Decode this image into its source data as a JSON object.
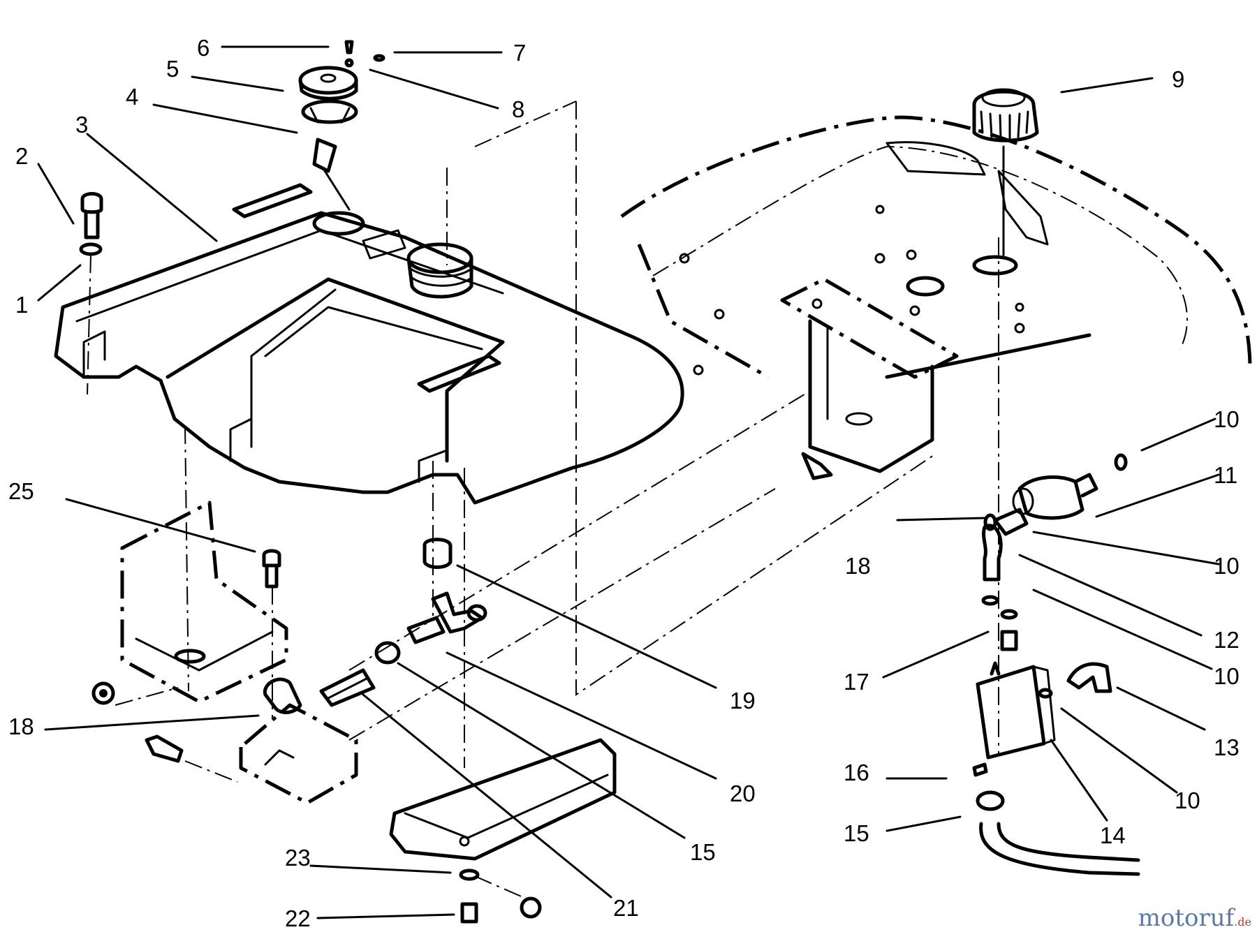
{
  "parts": [
    {
      "id": "p1",
      "label": "1"
    },
    {
      "id": "p2",
      "label": "2"
    },
    {
      "id": "p3",
      "label": "3"
    },
    {
      "id": "p4",
      "label": "4"
    },
    {
      "id": "p5",
      "label": "5"
    },
    {
      "id": "p6",
      "label": "6"
    },
    {
      "id": "p7",
      "label": "7"
    },
    {
      "id": "p8",
      "label": "8"
    },
    {
      "id": "p9",
      "label": "9"
    },
    {
      "id": "p10a",
      "label": "10"
    },
    {
      "id": "p11",
      "label": "11"
    },
    {
      "id": "p10b",
      "label": "10"
    },
    {
      "id": "p18a",
      "label": "18"
    },
    {
      "id": "p12",
      "label": "12"
    },
    {
      "id": "p10c",
      "label": "10"
    },
    {
      "id": "p17",
      "label": "17"
    },
    {
      "id": "p13",
      "label": "13"
    },
    {
      "id": "p16",
      "label": "16"
    },
    {
      "id": "p10d",
      "label": "10"
    },
    {
      "id": "p15a",
      "label": "15"
    },
    {
      "id": "p14",
      "label": "14"
    },
    {
      "id": "p25",
      "label": "25"
    },
    {
      "id": "p19",
      "label": "19"
    },
    {
      "id": "p18b",
      "label": "18"
    },
    {
      "id": "p20",
      "label": "20"
    },
    {
      "id": "p15b",
      "label": "15"
    },
    {
      "id": "p23",
      "label": "23"
    },
    {
      "id": "p21",
      "label": "21"
    },
    {
      "id": "p22",
      "label": "22"
    }
  ],
  "watermark": {
    "brand": "motoruf",
    "suffix": ".de"
  }
}
